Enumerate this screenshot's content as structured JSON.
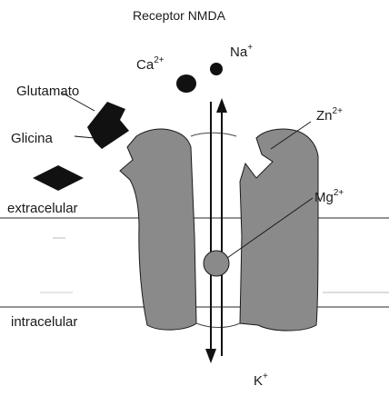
{
  "diagram": {
    "title": "Receptor NMDA",
    "labels": {
      "glutamato": "Glutamato",
      "glicina": "Glicina",
      "extracelular": "extracelular",
      "intracelular": "intracelular"
    },
    "ions": {
      "ca": {
        "base": "Ca",
        "charge": "2+"
      },
      "na": {
        "base": "Na",
        "charge": "+"
      },
      "zn": {
        "base": "Zn",
        "charge": "2+"
      },
      "mg": {
        "base": "Mg",
        "charge": "2+"
      },
      "k": {
        "base": "K",
        "charge": "+"
      }
    },
    "colors": {
      "channel": "#8a8a8a",
      "outline": "#1a1a1a",
      "membrane_line": "#555555",
      "ligand": "#111111"
    }
  }
}
